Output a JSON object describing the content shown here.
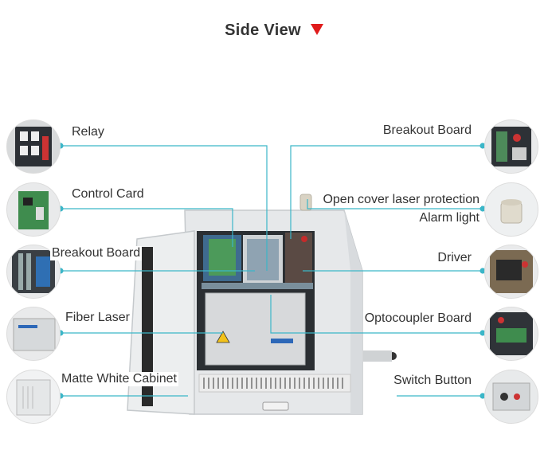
{
  "title": "Side View",
  "colors": {
    "leader": "#3bb6c8",
    "accent": "#e01b1b"
  },
  "callouts": {
    "relay": "Relay",
    "control_card": "Control Card",
    "breakout_board_left": "Breakout Board",
    "fiber_laser": "Fiber Laser",
    "matte_white_cabinet": "Matte White Cabinet",
    "breakout_board_right": "Breakout Board",
    "open_cover_line1": "Open cover laser protection",
    "open_cover_line2": "Alarm light",
    "driver": "Driver",
    "optocoupler_board": "Optocoupler Board",
    "switch_button": "Switch Button"
  }
}
